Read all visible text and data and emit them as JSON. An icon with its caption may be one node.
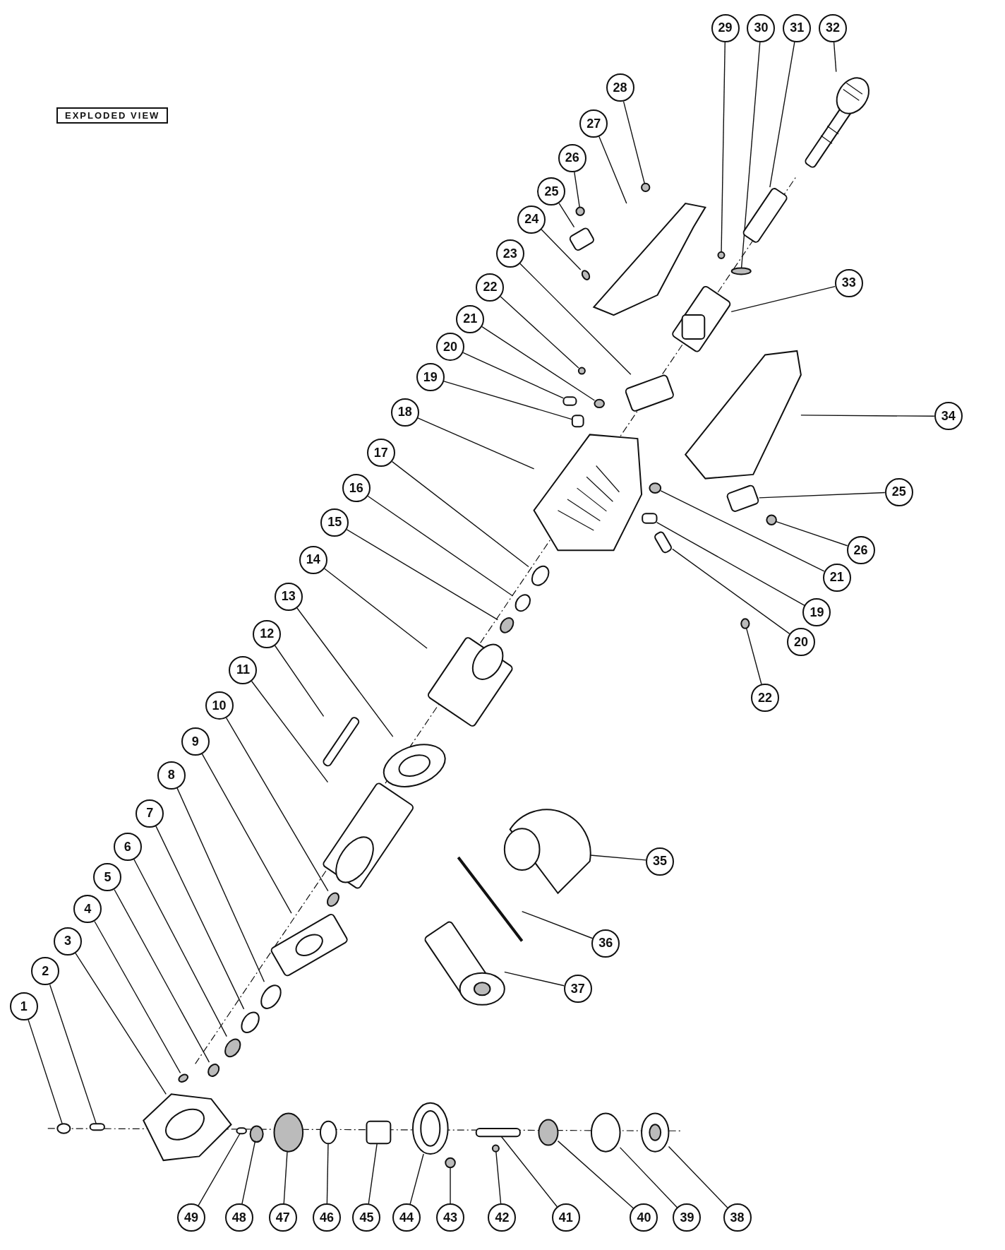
{
  "diagram": {
    "nodes": [
      {
        "text": [
          "1"
        ]
      },
      {
        "text": [
          "2"
        ]
      },
      {
        "text": [
          "3"
        ]
      },
      {
        "text": [
          "4"
        ]
      },
      {
        "text": [
          "5"
        ]
      },
      {
        "text": [
          "6"
        ]
      },
      {
        "text": [
          "7"
        ]
      },
      {
        "text": [
          "8"
        ]
      },
      {
        "text": [
          "9"
        ]
      },
      {
        "text": [
          "10"
        ]
      },
      {
        "text": [
          "11"
        ]
      },
      {
        "text": [
          "12"
        ]
      },
      {
        "text": [
          "13"
        ]
      },
      {
        "text": [
          "14"
        ]
      },
      {
        "text": [
          "15"
        ]
      },
      {
        "text": [
          "16"
        ]
      },
      {
        "text": [
          "17"
        ]
      },
      {
        "text": [
          "18"
        ]
      },
      {
        "text": [
          "19"
        ]
      },
      {
        "text": [
          "20"
        ]
      },
      {
        "text": [
          "21"
        ]
      },
      {
        "text": [
          "22"
        ]
      },
      {
        "text": [
          "23"
        ]
      },
      {
        "text": [
          "24"
        ]
      },
      {
        "text": [
          "25"
        ]
      },
      {
        "text": [
          "26"
        ]
      },
      {
        "text": [
          "27"
        ]
      },
      {
        "text": [
          "28"
        ]
      },
      {
        "text": [
          "29"
        ]
      },
      {
        "text": [
          "30"
        ]
      },
      {
        "text": [
          "31"
        ]
      },
      {
        "text": [
          "32"
        ]
      },
      {
        "text": [
          "33"
        ]
      },
      {
        "text": [
          "34"
        ]
      },
      {
        "text": [
          "35"
        ]
      },
      {
        "text": [
          "36"
        ]
      },
      {
        "text": [
          "37"
        ]
      },
      {
        "text": [
          "38"
        ]
      },
      {
        "text": [
          "39"
        ]
      },
      {
        "text": [
          "40"
        ]
      },
      {
        "text": [
          "41"
        ]
      },
      {
        "text": [
          "42"
        ]
      },
      {
        "text": [
          "43"
        ]
      },
      {
        "text": [
          "44"
        ]
      },
      {
        "text": [
          "45"
        ]
      },
      {
        "text": [
          "46"
        ]
      },
      {
        "text": [
          "47"
        ]
      },
      {
        "text": [
          "48"
        ]
      },
      {
        "text": [
          "49"
        ]
      },
      {
        "text": [
          "25"
        ]
      },
      {
        "text": [
          "26"
        ]
      },
      {
        "text": [
          "21"
        ]
      },
      {
        "text": [
          "19"
        ]
      },
      {
        "text": [
          "20"
        ]
      },
      {
        "text": [
          "22"
        ]
      },
      {
        "text": [],
        "shape": "circle"
      },
      {
        "text": [],
        "shape": "box"
      },
      {
        "text": [],
        "shape": "picture"
      },
      {
        "text": [],
        "shape": "circle"
      },
      {
        "text": [],
        "shape": "circle"
      },
      {
        "text": [],
        "shape": "circle"
      },
      {
        "text": [],
        "shape": "circle"
      },
      {
        "text": [],
        "shape": "circle"
      },
      {
        "text": [],
        "shape": "picture"
      },
      {
        "text": [],
        "shape": "circle"
      },
      {
        "text": [],
        "shape": "picture"
      },
      {
        "text": [],
        "shape": "box"
      },
      {
        "text": [],
        "shape": "picture"
      },
      {
        "text": [],
        "shape": "picture"
      },
      {
        "text": [],
        "shape": "circle"
      },
      {
        "text": [],
        "shape": "circle"
      },
      {
        "text": [],
        "shape": "circle"
      },
      {
        "text": [],
        "shape": "picture"
      },
      {
        "text": [],
        "shape": "box"
      },
      {
        "text": [],
        "shape": "box"
      },
      {
        "text": [],
        "shape": "circle"
      },
      {
        "text": [],
        "shape": "circle"
      },
      {
        "text": [],
        "shape": "box"
      },
      {
        "text": [],
        "shape": "circle"
      },
      {
        "text": [],
        "shape": "box"
      },
      {
        "text": [],
        "shape": "circle"
      },
      {
        "text": [],
        "shape": "picture"
      },
      {
        "text": [],
        "shape": "circle"
      },
      {
        "text": [],
        "shape": "box"
      },
      {
        "text": [],
        "shape": "circle"
      },
      {
        "text": [],
        "shape": "box"
      },
      {
        "text": [],
        "shape": "picture"
      },
      {
        "text": [],
        "shape": "picture"
      },
      {
        "text": [],
        "shape": "picture"
      },
      {
        "text": [],
        "shape": "picture"
      },
      {
        "text": [],
        "shape": "bar"
      },
      {
        "text": [],
        "shape": "picture"
      },
      {
        "text": [],
        "shape": "picture"
      },
      {
        "text": [],
        "shape": "circle"
      },
      {
        "text": [],
        "shape": "circle"
      },
      {
        "text": [],
        "shape": "box"
      },
      {
        "text": [],
        "shape": "box"
      },
      {
        "text": [],
        "shape": "circle"
      },
      {
        "text": [],
        "shape": "picture"
      },
      {
        "text": [],
        "shape": "box"
      },
      {
        "text": [],
        "shape": "circle"
      },
      {
        "text": [],
        "shape": "circle"
      },
      {
        "text": [],
        "shape": "circle"
      },
      {
        "text": [],
        "shape": "box"
      },
      {
        "text": [],
        "shape": "box"
      },
      {
        "text": [],
        "shape": "circle"
      },
      {
        "text": [],
        "shape": "circle"
      },
      {
        "text": [],
        "shape": "box"
      },
      {
        "text": [],
        "shape": "box"
      },
      {
        "text": [],
        "shape": "circle"
      }
    ],
    "edges": [
      {
        "from": 0,
        "to": 55,
        "arrow": "none"
      },
      {
        "from": 1,
        "to": 56,
        "arrow": "none"
      },
      {
        "from": 2,
        "to": 57,
        "arrow": "none"
      },
      {
        "from": 3,
        "to": 58,
        "arrow": "none"
      },
      {
        "from": 4,
        "to": 59,
        "arrow": "none"
      },
      {
        "from": 5,
        "to": 60,
        "arrow": "none"
      },
      {
        "from": 6,
        "to": 61,
        "arrow": "none"
      },
      {
        "from": 7,
        "to": 62,
        "arrow": "none"
      },
      {
        "from": 8,
        "to": 63,
        "arrow": "none"
      },
      {
        "from": 9,
        "to": 64,
        "arrow": "none"
      },
      {
        "from": 10,
        "to": 65,
        "arrow": "none"
      },
      {
        "from": 11,
        "to": 66,
        "arrow": "none"
      },
      {
        "from": 12,
        "to": 67,
        "arrow": "none"
      },
      {
        "from": 13,
        "to": 68,
        "arrow": "none"
      },
      {
        "from": 14,
        "to": 69,
        "arrow": "none"
      },
      {
        "from": 15,
        "to": 70,
        "arrow": "none"
      },
      {
        "from": 16,
        "to": 71,
        "arrow": "none"
      },
      {
        "from": 17,
        "to": 72,
        "arrow": "none"
      },
      {
        "from": 18,
        "to": 73,
        "arrow": "none"
      },
      {
        "from": 19,
        "to": 74,
        "arrow": "none"
      },
      {
        "from": 20,
        "to": 75,
        "arrow": "none"
      },
      {
        "from": 21,
        "to": 76,
        "arrow": "none"
      },
      {
        "from": 22,
        "to": 77,
        "arrow": "none"
      },
      {
        "from": 23,
        "to": 78,
        "arrow": "none"
      },
      {
        "from": 24,
        "to": 79,
        "arrow": "none"
      },
      {
        "from": 25,
        "to": 80,
        "arrow": "none"
      },
      {
        "from": 26,
        "to": 81,
        "arrow": "none"
      },
      {
        "from": 27,
        "to": 82,
        "arrow": "none"
      },
      {
        "from": 28,
        "to": 83,
        "arrow": "none"
      },
      {
        "from": 29,
        "to": 84,
        "arrow": "none"
      },
      {
        "from": 30,
        "to": 85,
        "arrow": "none"
      },
      {
        "from": 31,
        "to": 86,
        "arrow": "none"
      },
      {
        "from": 32,
        "to": 87,
        "arrow": "none"
      },
      {
        "from": 33,
        "to": 88,
        "arrow": "none"
      },
      {
        "from": 34,
        "to": 89,
        "arrow": "none"
      },
      {
        "from": 35,
        "to": 90,
        "arrow": "none"
      },
      {
        "from": 36,
        "to": 91,
        "arrow": "none"
      },
      {
        "from": 37,
        "to": 92,
        "arrow": "none"
      },
      {
        "from": 38,
        "to": 93,
        "arrow": "none"
      },
      {
        "from": 39,
        "to": 94,
        "arrow": "none"
      },
      {
        "from": 40,
        "to": 95,
        "arrow": "none"
      },
      {
        "from": 41,
        "to": 96,
        "arrow": "none"
      },
      {
        "from": 42,
        "to": 97,
        "arrow": "none"
      },
      {
        "from": 43,
        "to": 98,
        "arrow": "none"
      },
      {
        "from": 44,
        "to": 99,
        "arrow": "none"
      },
      {
        "from": 45,
        "to": 100,
        "arrow": "none"
      },
      {
        "from": 46,
        "to": 101,
        "arrow": "none"
      },
      {
        "from": 47,
        "to": 102,
        "arrow": "none"
      },
      {
        "from": 48,
        "to": 103,
        "arrow": "none"
      },
      {
        "from": 49,
        "to": 104,
        "arrow": "none"
      },
      {
        "from": 50,
        "to": 105,
        "arrow": "none"
      },
      {
        "from": 51,
        "to": 106,
        "arrow": "none"
      },
      {
        "from": 52,
        "to": 107,
        "arrow": "none"
      },
      {
        "from": 53,
        "to": 108,
        "arrow": "none"
      },
      {
        "from": 54,
        "to": 109,
        "arrow": "none"
      }
    ],
    "labels": [
      "EXPLODED VIEW"
    ]
  }
}
